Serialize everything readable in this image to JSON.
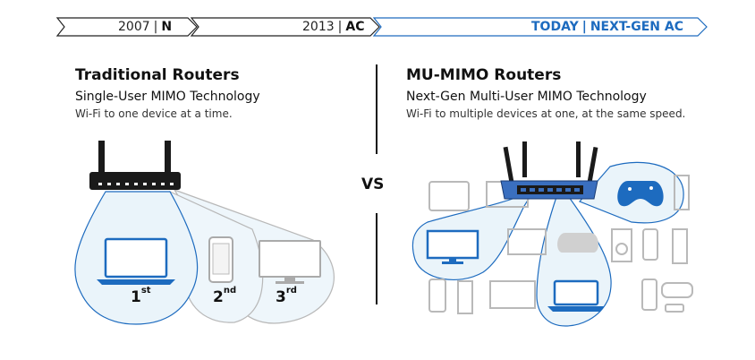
{
  "timeline": {
    "era1": {
      "year": "2007",
      "standard": "N"
    },
    "era2": {
      "year": "2013",
      "standard": "AC"
    },
    "era3": {
      "year": "TODAY",
      "standard": "NEXT-GEN AC"
    },
    "separator": "|"
  },
  "left_panel": {
    "title": "Traditional Routers",
    "subtitle": "Single-User MIMO Technology",
    "description": "Wi-Fi to one device at a time.",
    "order_labels": [
      {
        "num": "1",
        "suffix": "st"
      },
      {
        "num": "2",
        "suffix": "nd"
      },
      {
        "num": "3",
        "suffix": "rd"
      }
    ]
  },
  "vs_label": "VS",
  "right_panel": {
    "title": "MU-MIMO Routers",
    "subtitle": "Next-Gen Multi-User MIMO Technology",
    "description": "Wi-Fi to multiple devices at one, at the same speed."
  },
  "colors": {
    "accent_blue": "#1d6bbf",
    "bubble_fill": "#eaf4fa",
    "bubble_stroke": "#a9c9df",
    "device_gray": "#b9b9b9",
    "router_blue": "#3a6fbf",
    "dark": "#1a1a1a"
  }
}
